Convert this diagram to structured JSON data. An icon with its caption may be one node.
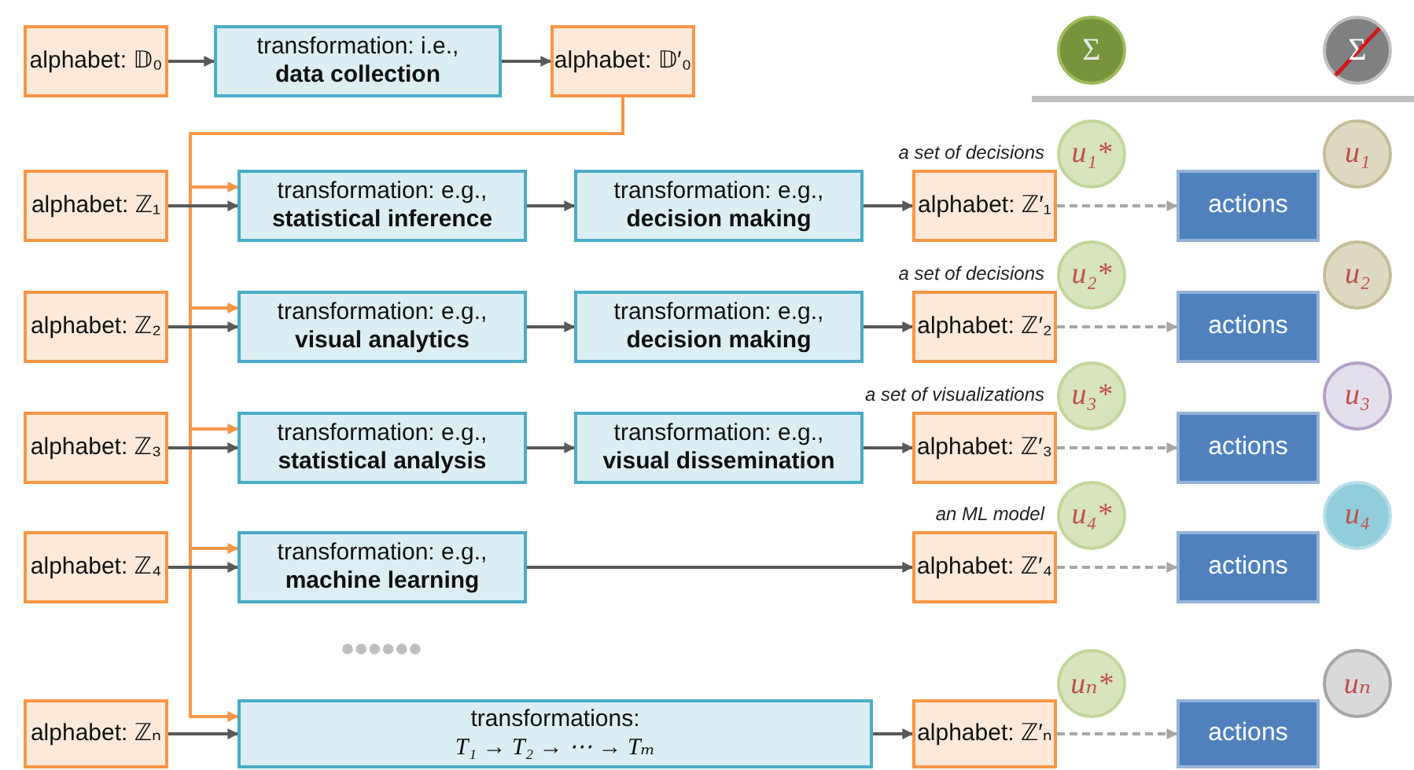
{
  "diagram": {
    "nodes": [
      {
        "text": [
          "alphabet: 𝔻₀"
        ]
      },
      {
        "text": [
          "transformation: i.e.,",
          "data collection"
        ]
      },
      {
        "text": [
          "alphabet: 𝔻′₀"
        ]
      },
      {
        "text": [
          "Σ"
        ]
      },
      {
        "text": [
          "Σ"
        ]
      },
      {
        "text": [
          "alphabet: ℤ₁"
        ]
      },
      {
        "text": [
          "transformation: e.g.,",
          "statistical inference"
        ]
      },
      {
        "text": [
          "transformation: e.g.,",
          "decision making"
        ]
      },
      {
        "text": [
          "alphabet: ℤ′₁"
        ],
        "beside": [
          "a set of decisions"
        ]
      },
      {
        "text": [
          "u₁*"
        ]
      },
      {
        "text": [
          "actions"
        ]
      },
      {
        "text": [
          "u₁"
        ]
      },
      {
        "text": [
          "alphabet: ℤ₂"
        ]
      },
      {
        "text": [
          "transformation: e.g.,",
          "visual analytics"
        ]
      },
      {
        "text": [
          "transformation: e.g.,",
          "decision making"
        ]
      },
      {
        "text": [
          "alphabet: ℤ′₂"
        ],
        "beside": [
          "a set of decisions"
        ]
      },
      {
        "text": [
          "u₂*"
        ]
      },
      {
        "text": [
          "actions"
        ]
      },
      {
        "text": [
          "u₂"
        ]
      },
      {
        "text": [
          "alphabet: ℤ₃"
        ]
      },
      {
        "text": [
          "transformation: e.g.,",
          "statistical analysis"
        ]
      },
      {
        "text": [
          "transformation: e.g.,",
          "visual dissemination"
        ]
      },
      {
        "text": [
          "alphabet: ℤ′₃"
        ],
        "beside": [
          "a set of visualizations"
        ]
      },
      {
        "text": [
          "u₃*"
        ]
      },
      {
        "text": [
          "actions"
        ]
      },
      {
        "text": [
          "u₃"
        ]
      },
      {
        "text": [
          "alphabet: ℤ₄"
        ]
      },
      {
        "text": [
          "transformation: e.g.,",
          "machine learning"
        ]
      },
      {
        "text": [
          "alphabet: ℤ′₄"
        ],
        "beside": [
          "an ML model"
        ]
      },
      {
        "text": [
          "u₄*"
        ]
      },
      {
        "text": [
          "actions"
        ]
      },
      {
        "text": [
          "u₄"
        ]
      },
      {
        "text": [
          "alphabet: ℤₙ"
        ]
      },
      {
        "text": [
          "transformations:",
          "T₁ → T₂ → ⋯ → Tₘ"
        ]
      },
      {
        "text": [
          "alphabet: ℤ′ₙ"
        ]
      },
      {
        "text": [
          "uₙ*"
        ]
      },
      {
        "text": [
          "actions"
        ]
      },
      {
        "text": [
          "uₙ"
        ]
      }
    ],
    "edges": [
      {
        "from": 0,
        "to": 1,
        "arrow": "to"
      },
      {
        "from": 1,
        "to": 2,
        "arrow": "to"
      },
      {
        "from": 2,
        "to": 6,
        "arrow": "to",
        "color": "#f79646"
      },
      {
        "from": 2,
        "to": 13,
        "arrow": "to",
        "color": "#f79646"
      },
      {
        "from": 2,
        "to": 20,
        "arrow": "to",
        "color": "#f79646"
      },
      {
        "from": 2,
        "to": 27,
        "arrow": "to",
        "color": "#f79646"
      },
      {
        "from": 2,
        "to": 33,
        "arrow": "to",
        "color": "#f79646"
      },
      {
        "from": 5,
        "to": 6,
        "arrow": "to"
      },
      {
        "from": 6,
        "to": 7,
        "arrow": "to"
      },
      {
        "from": 7,
        "to": 8,
        "arrow": "to"
      },
      {
        "from": 8,
        "to": 10,
        "arrow": "to",
        "style": "dashed",
        "color": "#a6a6a6"
      },
      {
        "from": 12,
        "to": 13,
        "arrow": "to"
      },
      {
        "from": 13,
        "to": 14,
        "arrow": "to"
      },
      {
        "from": 14,
        "to": 15,
        "arrow": "to"
      },
      {
        "from": 15,
        "to": 17,
        "arrow": "to",
        "style": "dashed",
        "color": "#a6a6a6"
      },
      {
        "from": 19,
        "to": 20,
        "arrow": "to"
      },
      {
        "from": 20,
        "to": 21,
        "arrow": "to"
      },
      {
        "from": 21,
        "to": 22,
        "arrow": "to"
      },
      {
        "from": 22,
        "to": 24,
        "arrow": "to",
        "style": "dashed",
        "color": "#a6a6a6"
      },
      {
        "from": 26,
        "to": 27,
        "arrow": "to"
      },
      {
        "from": 27,
        "to": 28,
        "arrow": "to"
      },
      {
        "from": 28,
        "to": 30,
        "arrow": "to",
        "style": "dashed",
        "color": "#a6a6a6"
      },
      {
        "from": 32,
        "to": 33,
        "arrow": "to"
      },
      {
        "from": 33,
        "to": 34,
        "arrow": "to"
      },
      {
        "from": 34,
        "to": 36,
        "arrow": "to",
        "style": "dashed",
        "color": "#a6a6a6"
      }
    ]
  }
}
